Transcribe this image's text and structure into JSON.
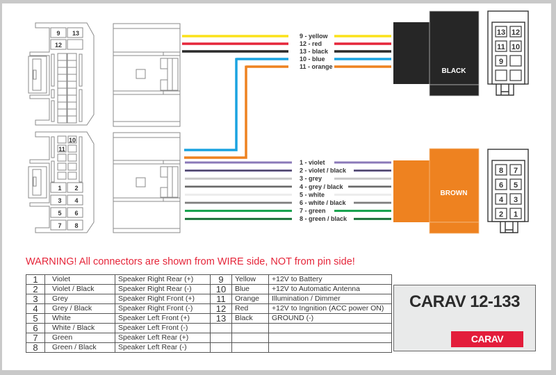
{
  "title": "CARAV 12-133",
  "brand": "CARAV",
  "warning": "WARNING! All connectors are shown from WIRE side, NOT from pin side!",
  "connectors": {
    "upper_head_pins": [
      "9",
      "13",
      "12"
    ],
    "lower_head_pins": [
      "10",
      "11",
      "1",
      "2",
      "3",
      "4",
      "5",
      "6",
      "7",
      "8"
    ],
    "black": {
      "label": "BLACK",
      "color": "#262626",
      "pins": [
        "13",
        "12",
        "11",
        "10",
        "9",
        "",
        "",
        ""
      ]
    },
    "brown": {
      "label": "BROWN",
      "color": "#ee8220",
      "pins": [
        "8",
        "7",
        "6",
        "5",
        "4",
        "3",
        "2",
        "1"
      ]
    }
  },
  "wires_upper": [
    {
      "label": "9 - yellow",
      "color": "#fbe21a"
    },
    {
      "label": "12 - red",
      "color": "#e5263a"
    },
    {
      "label": "13 - black",
      "color": "#2a2a2a"
    },
    {
      "label": "10 - blue",
      "color": "#1aa3e0"
    },
    {
      "label": "11 - orange",
      "color": "#ee8220"
    }
  ],
  "wires_lower": [
    {
      "label": "1 - violet",
      "color": "#8a78b8",
      "stripe": null
    },
    {
      "label": "2 - violet / black",
      "color": "#6a5f96",
      "stripe": "#2a2a2a"
    },
    {
      "label": "3 - grey",
      "color": "#c8c8c8",
      "stripe": null
    },
    {
      "label": "4 - grey / black",
      "color": "#8c8c8c",
      "stripe": "#2a2a2a"
    },
    {
      "label": "5 - white",
      "color": "#ececec",
      "stripe": null
    },
    {
      "label": "6 - white / black",
      "color": "#9a9a9a",
      "stripe": "#3a3a3a"
    },
    {
      "label": "7 - green",
      "color": "#10a04a",
      "stripe": null
    },
    {
      "label": "8 - green / black",
      "color": "#138a3e",
      "stripe": "#1a1a1a"
    }
  ],
  "table_left": [
    {
      "pin": "1",
      "color": "Violet",
      "function": "Speaker Right Rear (+)"
    },
    {
      "pin": "2",
      "color": "Violet / Black",
      "function": "Speaker Right Rear (-)"
    },
    {
      "pin": "3",
      "color": "Grey",
      "function": "Speaker Right Front (+)"
    },
    {
      "pin": "4",
      "color": "Grey / Black",
      "function": "Speaker Right Front (-)"
    },
    {
      "pin": "5",
      "color": "White",
      "function": "Speaker Left Front (+)"
    },
    {
      "pin": "6",
      "color": "White / Black",
      "function": "Speaker Left Front (-)"
    },
    {
      "pin": "7",
      "color": "Green",
      "function": "Speaker Left Rear (+)"
    },
    {
      "pin": "8",
      "color": "Green / Black",
      "function": "Speaker Left Rear (-)"
    }
  ],
  "table_right": [
    {
      "pin": "9",
      "color": "Yellow",
      "function": "+12V to Battery"
    },
    {
      "pin": "10",
      "color": "Blue",
      "function": "+12V to Automatic Antenna"
    },
    {
      "pin": "11",
      "color": "Orange",
      "function": "Illumination / Dimmer"
    },
    {
      "pin": "12",
      "color": "Red",
      "function": "+12V to Ingnition (ACC power ON)"
    },
    {
      "pin": "13",
      "color": "Black",
      "function": "GROUND (-)"
    },
    {
      "pin": "",
      "color": "",
      "function": ""
    },
    {
      "pin": "",
      "color": "",
      "function": ""
    },
    {
      "pin": "",
      "color": "",
      "function": ""
    }
  ]
}
